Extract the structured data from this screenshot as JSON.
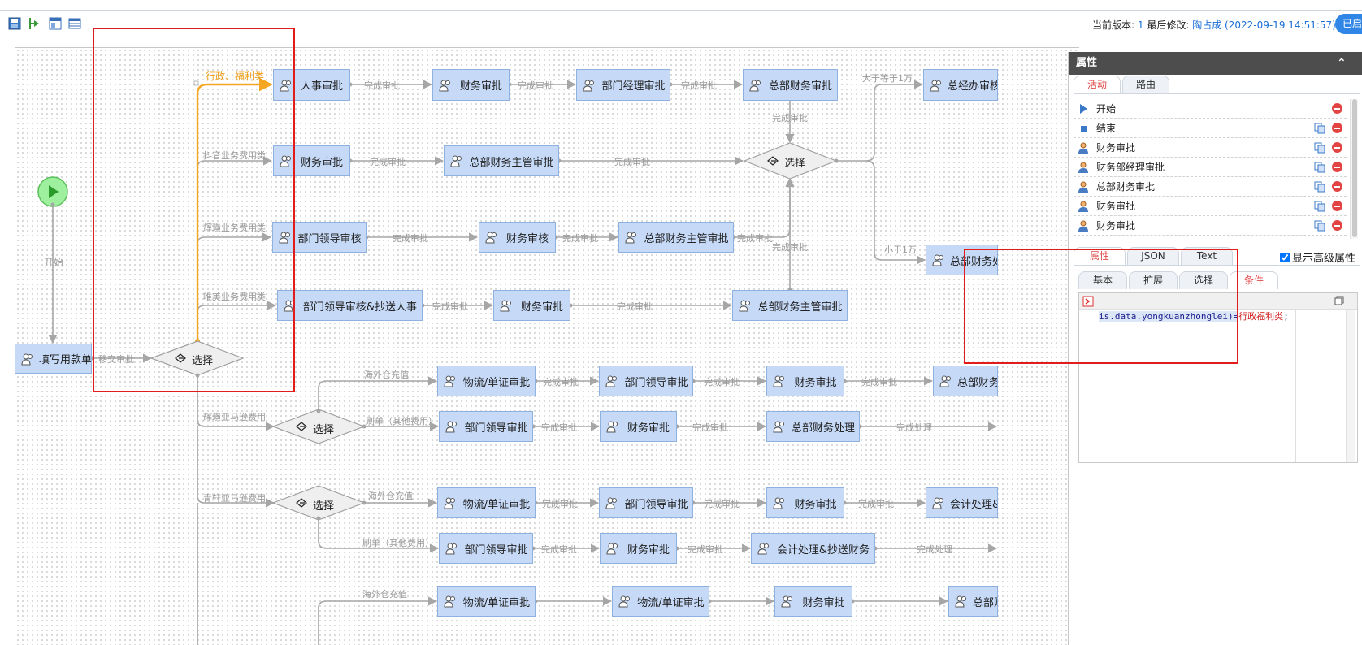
{
  "toolbar": {
    "icons": [
      "save-icon",
      "publish-icon",
      "window-icon",
      "table-icon"
    ],
    "version_prefix": "当前版本:",
    "version_number": "1",
    "modified_prefix": "最后修改:",
    "modified_by": "陶占成 (2022-09-19 14:51:57)",
    "status_button": "已启用"
  },
  "colors": {
    "node_fill": "#c6daf8",
    "node_border": "#8fb1df",
    "highlight_edge": "#f5a623",
    "edge": "#a6a6a6",
    "start_fill": "#9ef09e",
    "annotation_box": "#e21b1b",
    "status_button": "#2f86e6"
  },
  "flow": {
    "start_label": "开始",
    "nodes": {
      "fill_form": "填写用款单",
      "r1_hr": "人事审批",
      "r1_fin": "财务审批",
      "r1_dept_mgr": "部门经理审批",
      "r1_hq_fin": "总部财务审批",
      "r1_gm": "总经办审核",
      "r2_fin": "财务审批",
      "r2_hq_fin_mgr": "总部财务主管审批",
      "r3_dept_lead": "部门领导审核",
      "r3_fin_check": "财务审核",
      "r3_hq_fin_mgr": "总部财务主管审批",
      "r4_dept_cc_hr": "部门领导审核&抄送人事",
      "r4_fin": "财务审批",
      "r4_hq_fin_mgr": "总部财务主管审批",
      "right_hq_fin": "总部财务处理",
      "a1_logistics": "物流/单证审批",
      "a1_dept": "部门领导审批",
      "a1_fin": "财务审批",
      "a1_hq": "总部财务处理",
      "a2_dept": "部门领导审批",
      "a2_fin": "财务审批",
      "a2_hq": "总部财务处理",
      "b1_logistics": "物流/单证审批",
      "b1_dept": "部门领导审批",
      "b1_fin": "财务审批",
      "b1_acct": "会计处理&抄送财务",
      "b2_dept": "部门领导审批",
      "b2_fin": "财务审批",
      "b2_acct": "会计处理&抄送财务",
      "c1_logistics": "物流/单证审批",
      "c1_logistics2": "物流/单证审批",
      "c1_fin": "财务审批",
      "c1_hq": "总部财务"
    },
    "decisions": {
      "main": "选择",
      "upper": "选择",
      "amazon_hh": "选择",
      "amazon_qx": "选择"
    },
    "edges": {
      "submit_approval": "移交审批",
      "admin_welfare": "行政、福利类",
      "douyin": "抖音业务费用类",
      "huihuang": "辉璜业务费用类",
      "weimei": "唯美业务费用类",
      "done": "完成审批",
      "done_process": "完成处理",
      "gte_10k": "大于等于1万",
      "lt_10k": "小于1万",
      "amazon_hh": "辉璜亚马逊费用",
      "amazon_qx": "青轩亚马逊费用",
      "overseas_topup": "海外仓充值",
      "brushing": "刷单（其他费用）"
    }
  },
  "panel": {
    "title": "属性",
    "top_tabs": [
      "活动",
      "路由"
    ],
    "activities": [
      {
        "icon": "start-triangle-icon",
        "label": "开始"
      },
      {
        "icon": "end-square-icon",
        "label": "结束"
      },
      {
        "icon": "user-icon",
        "label": "财务审批"
      },
      {
        "icon": "user-icon",
        "label": "财务部经理审批"
      },
      {
        "icon": "user-icon",
        "label": "总部财务审批"
      },
      {
        "icon": "user-icon",
        "label": "财务审批"
      },
      {
        "icon": "user-icon",
        "label": "财务审批"
      }
    ],
    "prop_tabs": [
      "属性",
      "JSON",
      "Text"
    ],
    "show_advanced": "显示高级属性",
    "sub_tabs": [
      "基本",
      "扩展",
      "选择",
      "条件"
    ],
    "code_prefix": "is.data.yongkuanzhonglei)=",
    "code_string": "行政福利类",
    "code_suffix": ";"
  }
}
